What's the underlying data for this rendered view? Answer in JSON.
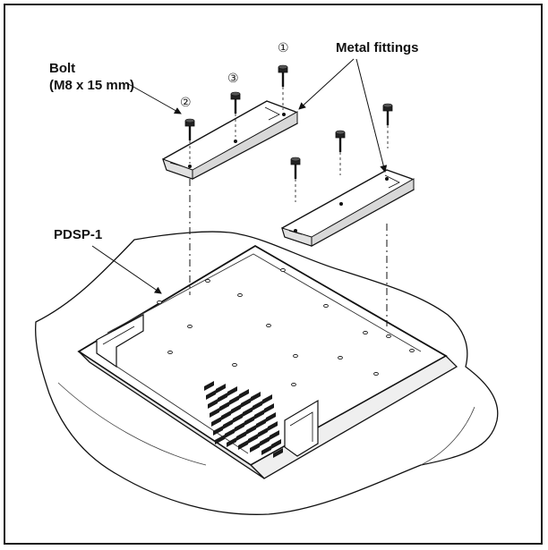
{
  "labels": {
    "bolt": "Bolt",
    "bolt_size": "(M8 x 15 mm)",
    "metal_fittings": "Metal fittings",
    "device": "PDSP-1"
  },
  "step_numbers": {
    "one": "①",
    "two": "②",
    "three": "③"
  },
  "colors": {
    "line": "#111111",
    "fill": "#ffffff",
    "shade": "#d8d8d8",
    "vent": "#1a1a1a"
  }
}
